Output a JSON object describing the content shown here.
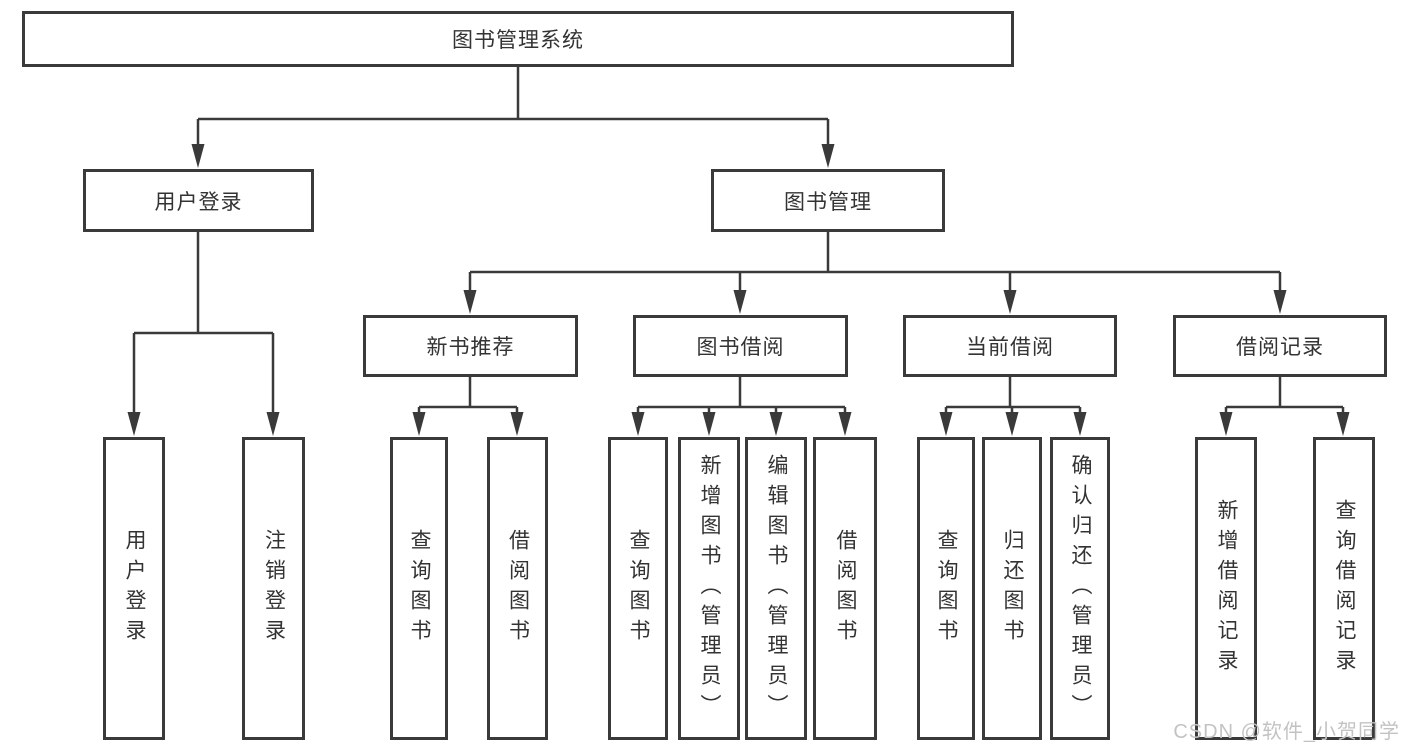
{
  "colors": {
    "line": "#3a3a3a",
    "text": "#333333",
    "box_bg": "#ffffff",
    "background": "#ffffff",
    "watermark": "#c3c3c3"
  },
  "nodes": {
    "root": {
      "label": "图书管理系统"
    },
    "user_login": {
      "label": "用户登录"
    },
    "book_mgmt": {
      "label": "图书管理"
    },
    "new_book_rec": {
      "label": "新书推荐"
    },
    "book_borrow": {
      "label": "图书借阅"
    },
    "current_borrow": {
      "label": "当前借阅"
    },
    "borrow_records": {
      "label": "借阅记录"
    },
    "ul_login": {
      "label": "用户登录"
    },
    "ul_logout": {
      "label": "注销登录"
    },
    "nbr_query_books": {
      "label": "查询图书"
    },
    "nbr_borrow_books": {
      "label": "借阅图书"
    },
    "bb_query_books": {
      "label": "查询图书"
    },
    "bb_add_books": {
      "label": "新增图书（管理员）"
    },
    "bb_edit_books": {
      "label": "编辑图书（管理员）"
    },
    "bb_borrow_books": {
      "label": "借阅图书"
    },
    "cb_query_books": {
      "label": "查询图书"
    },
    "cb_return_books": {
      "label": "归还图书"
    },
    "cb_confirm_return": {
      "label": "确认归还（管理员）"
    },
    "br_add_record": {
      "label": "新增借阅记录"
    },
    "br_query_record": {
      "label": "查询借阅记录"
    }
  },
  "watermark": {
    "text": "CSDN @软件_小贺同学"
  }
}
